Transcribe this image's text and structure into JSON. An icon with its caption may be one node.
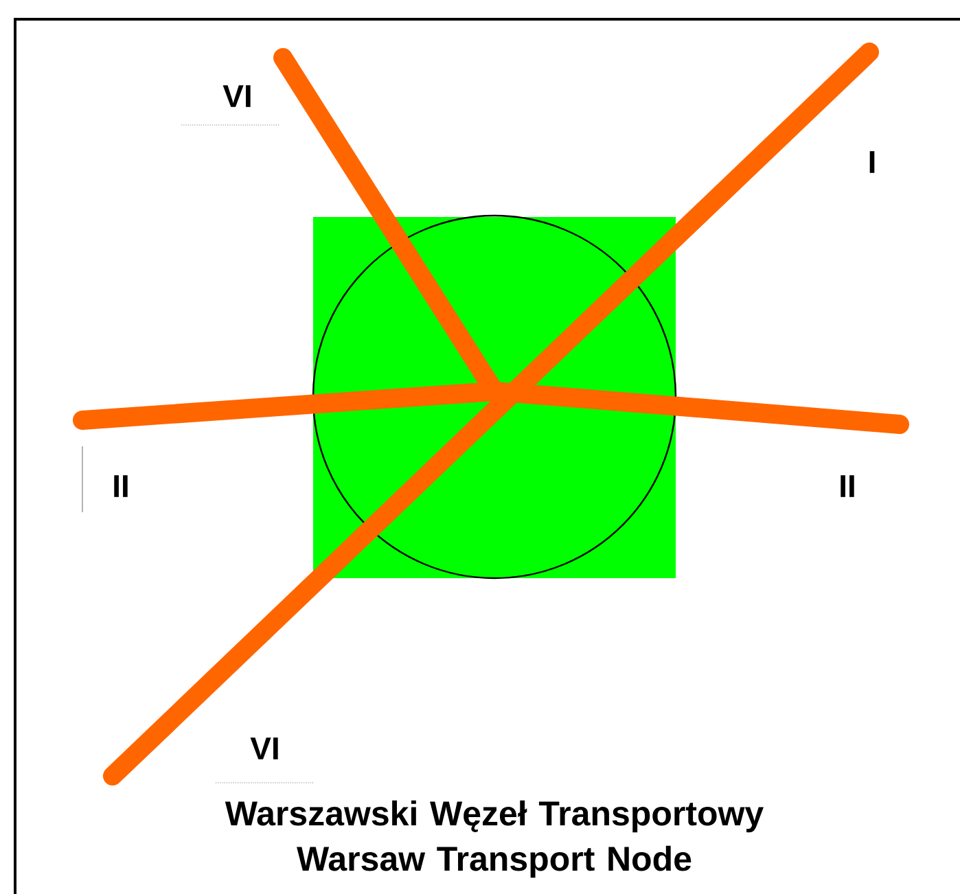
{
  "diagram": {
    "caption": "Warszawski Węzeł Transportowy Warsaw Transport Node",
    "labels": [
      "VI",
      "I",
      "II",
      "II",
      "VI"
    ]
  }
}
